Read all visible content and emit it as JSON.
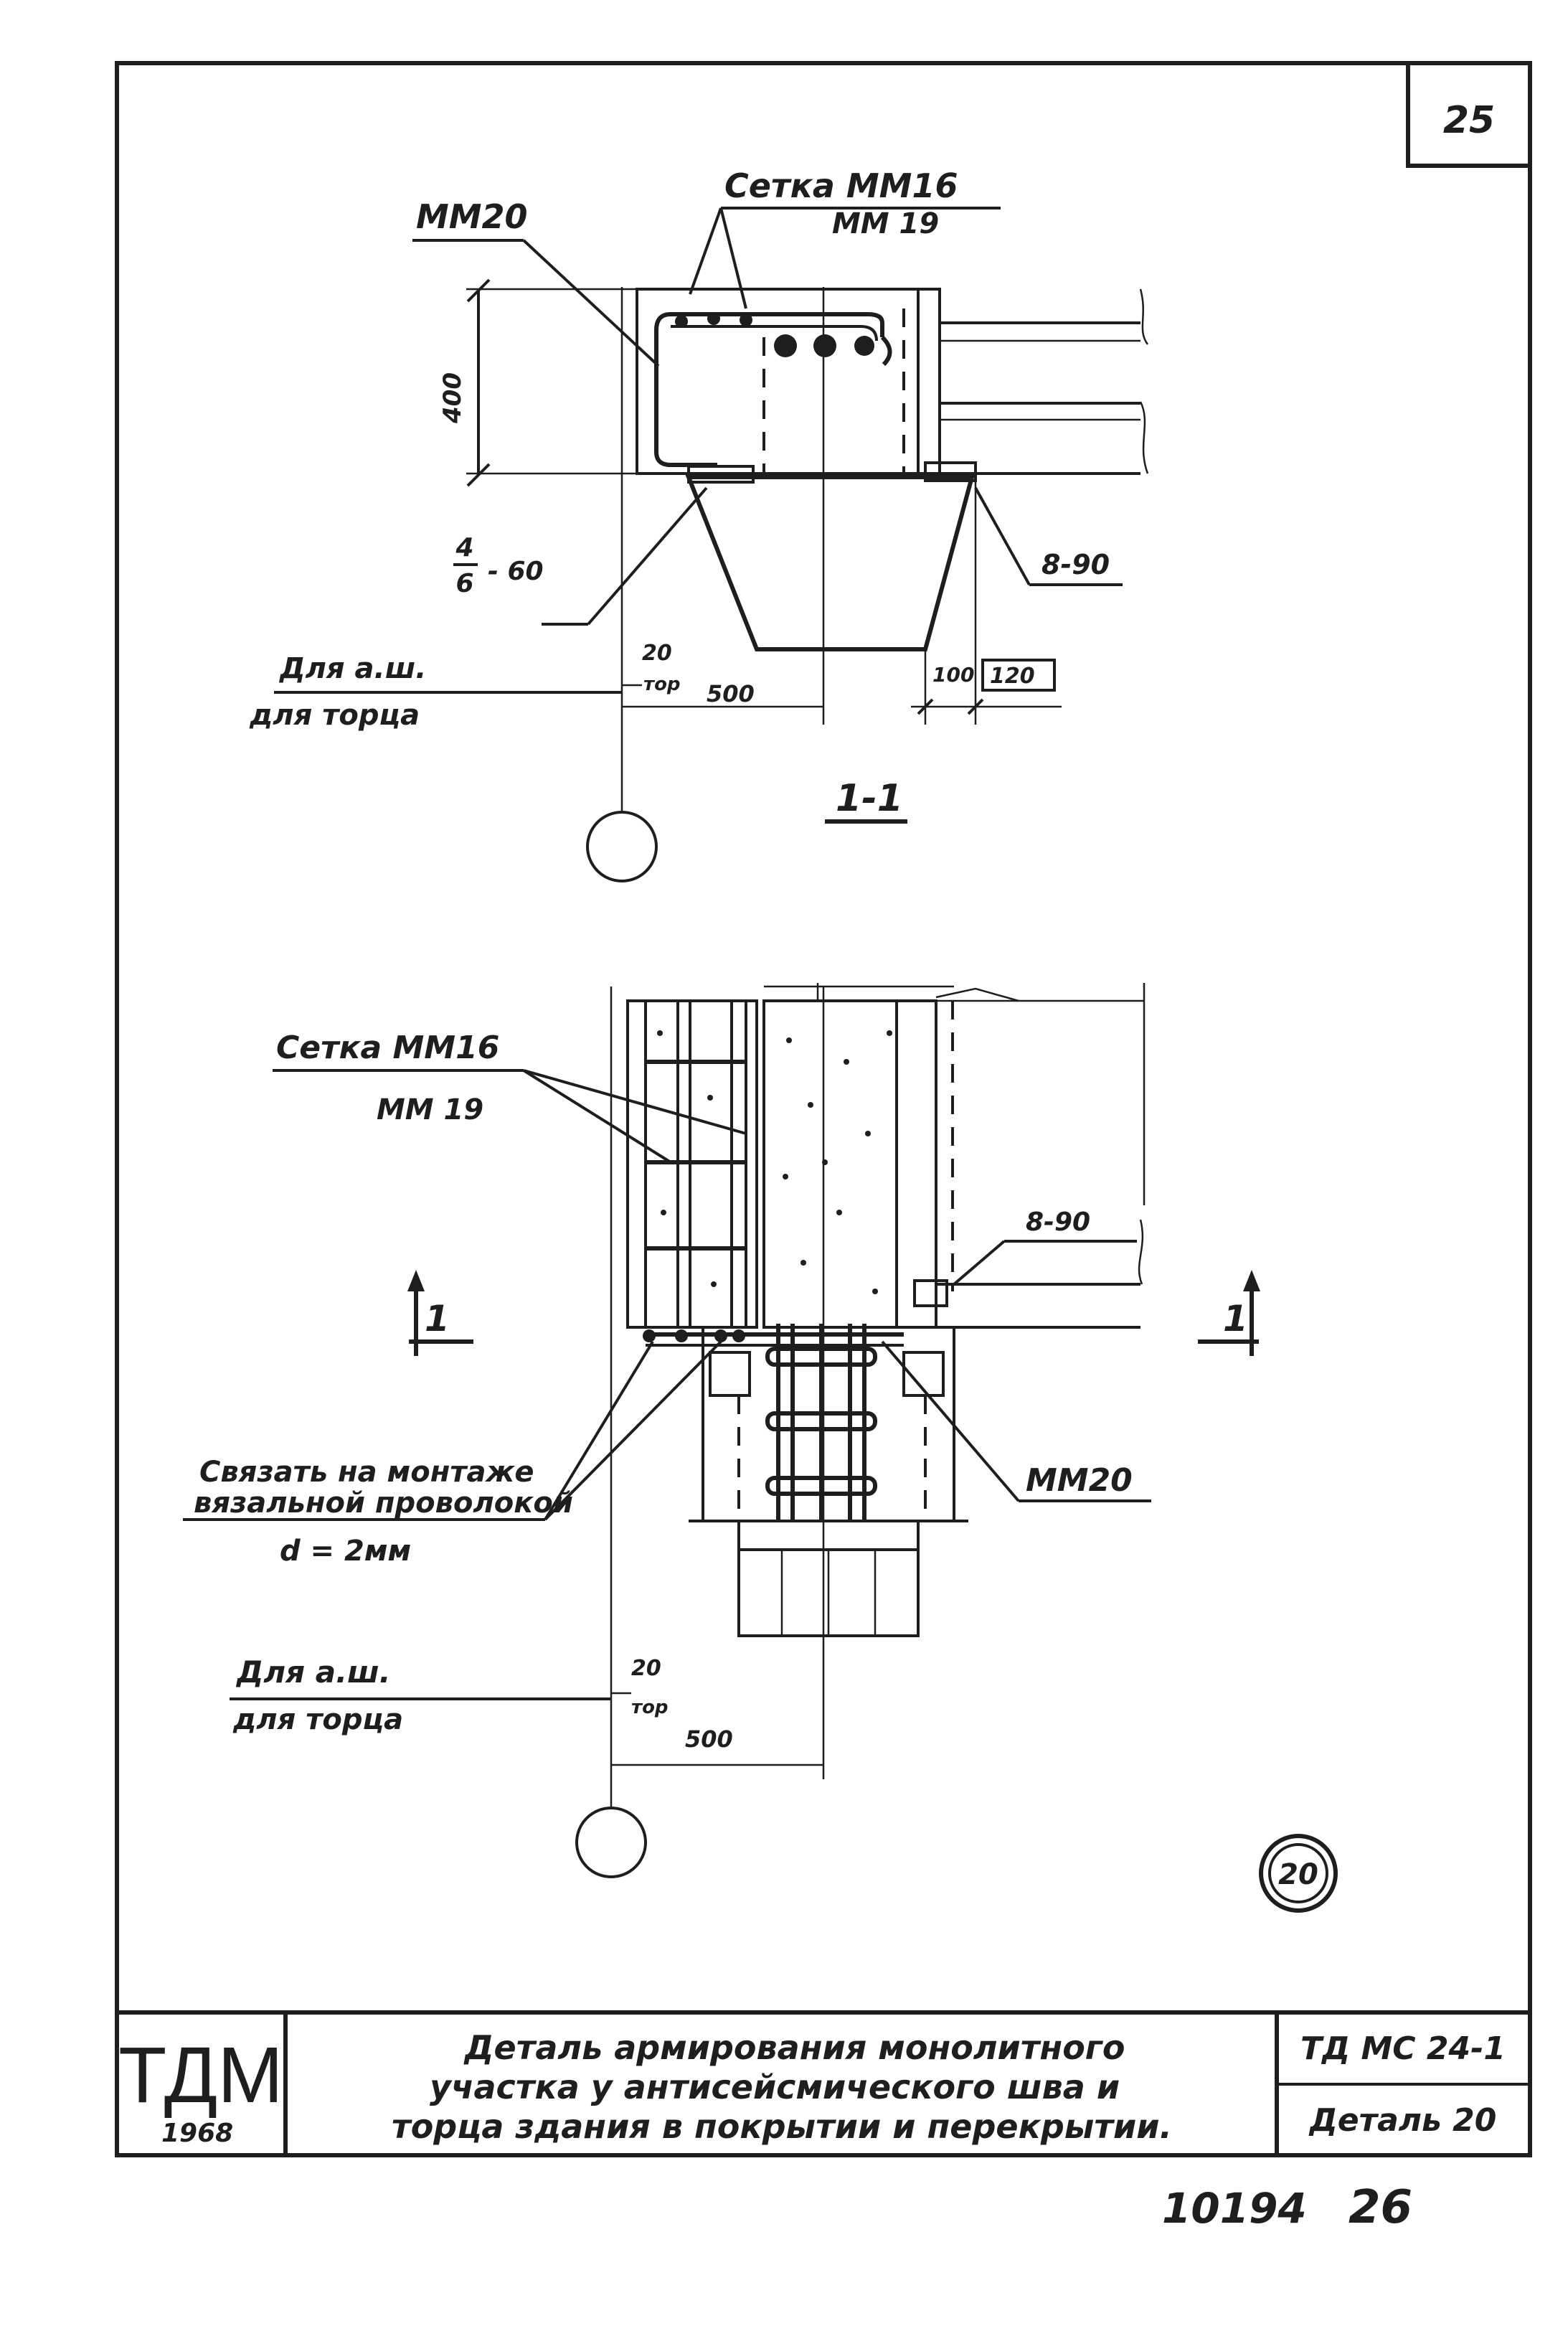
{
  "sheet": {
    "page_number": "25",
    "scan_number_a": "10194",
    "scan_number_b": "26",
    "detail_circle": "20"
  },
  "section_top": {
    "mesh_label": "Сетка ММ16",
    "mesh_label_2": "ММ 19",
    "mm20_label": "ММ20",
    "height_dim": "400",
    "weld_left": "4/6 - 60",
    "weld_left_num": "4",
    "weld_left_den": "6",
    "weld_left_len": "- 60",
    "weld_right": "8-90",
    "note_seam": "Для а.ш.",
    "note_end": "для торца",
    "dim_20": "20",
    "dim_tor": "тор",
    "dim_500": "500",
    "dim_100": "100",
    "dim_120": "120",
    "section_title": "1-1"
  },
  "plan_view": {
    "mesh_label": "Сетка ММ16",
    "mesh_label_2": "ММ 19",
    "weld_right": "8-90",
    "cut_left": "1",
    "cut_right": "1",
    "tie_note_1": "Связать на монтаже",
    "tie_note_2": "вязальной проволокой",
    "tie_note_3": "d = 2мм",
    "mm20_label": "ММ20",
    "note_seam": "Для а.ш.",
    "note_end": "для торца",
    "dim_20": "20",
    "dim_tor": "тор",
    "dim_500": "500"
  },
  "title_block": {
    "logo": "ТДМ",
    "year": "1968",
    "title_line1": "Деталь армирования монолитного",
    "title_line2": "участка у антисейсмического шва и",
    "title_line3": "торца здания в покрытии и перекрытии.",
    "code": "ТД МС 24-1",
    "detail": "Деталь 20"
  }
}
